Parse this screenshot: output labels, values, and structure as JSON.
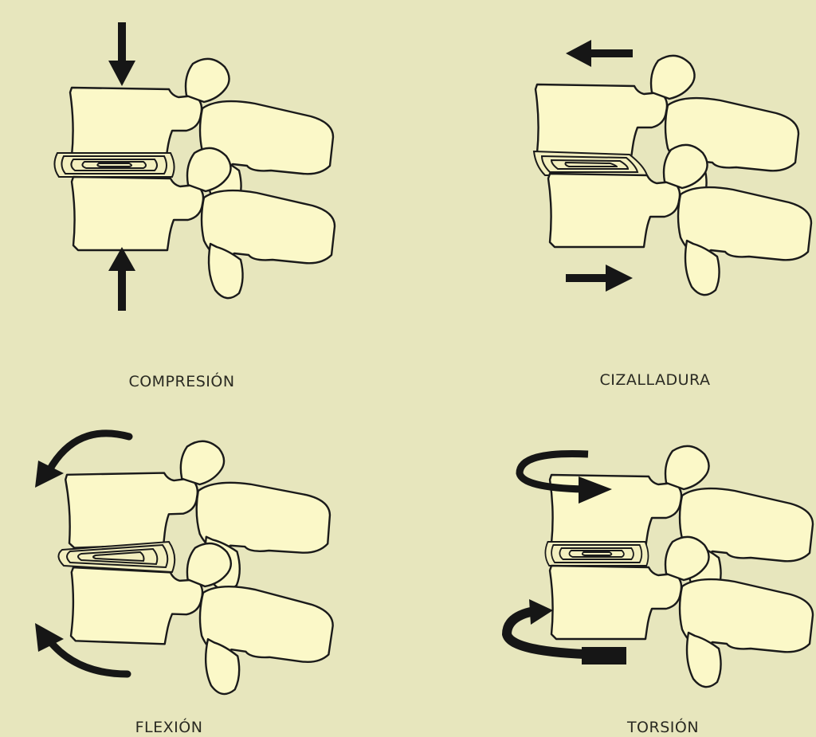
{
  "colors": {
    "background": "#e7e6bd",
    "bone_fill": "#fbf8c8",
    "outline": "#1a1a1a",
    "arrow": "#161616"
  },
  "panels": [
    {
      "id": "compression",
      "label": "COMPRESIÓN",
      "disc": "normal",
      "arrows": "vertical-opposing",
      "icon": "down-up-arrows"
    },
    {
      "id": "shear",
      "label": "CIZALLADURA",
      "disc": "sheared",
      "arrows": "horizontal-opposing",
      "icon": "left-right-arrows"
    },
    {
      "id": "flexion",
      "label": "FLEXIÓN",
      "disc": "wedged",
      "arrows": "curved-anterior",
      "icon": "curved-arrows"
    },
    {
      "id": "torsion",
      "label": "TORSIÓN",
      "disc": "normal",
      "arrows": "rotational",
      "icon": "rotation-arrows"
    }
  ]
}
